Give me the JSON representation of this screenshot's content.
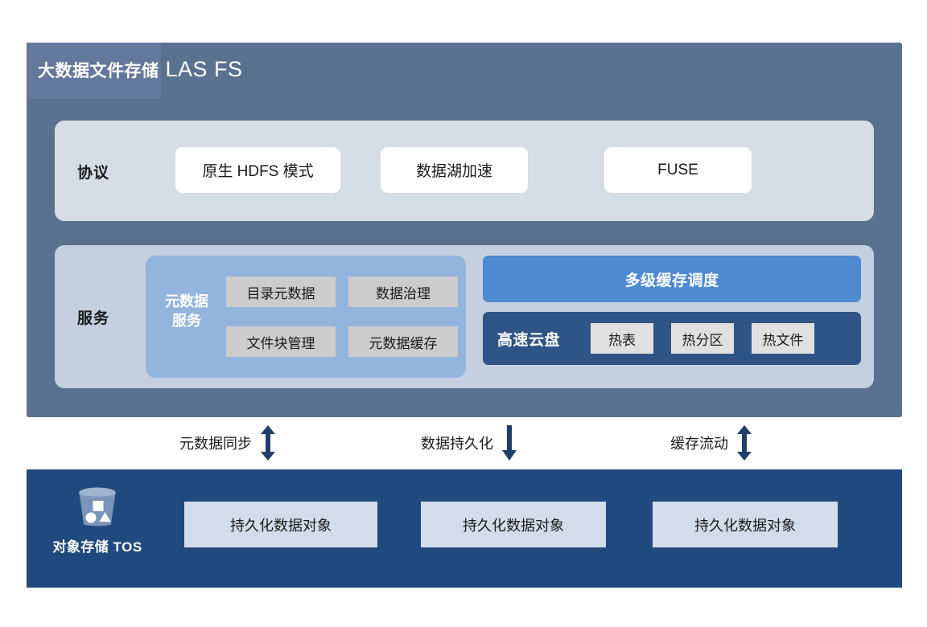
{
  "colors": {
    "top_panel_bg": "#5b7190",
    "protocol_card_bg": "#d7dde5",
    "service_card_bg": "#c4d0e0",
    "meta_group_bg": "#93b4dd",
    "cache_sched_bg": "#4d8ad2",
    "disk_bar_bg": "#2f5486",
    "tos_panel_bg": "#204a7e",
    "gray_box_bg": "#cccccc",
    "object_box_bg": "#d3dcea",
    "arrow_color": "#1f3f6b"
  },
  "header": {
    "title_cn": "大数据文件存储",
    "title_en": "LAS FS"
  },
  "protocol": {
    "label": "协议",
    "items": [
      {
        "label": "原生 HDFS 模式"
      },
      {
        "label": "数据湖加速"
      },
      {
        "label": "FUSE"
      }
    ]
  },
  "service": {
    "label": "服务",
    "metadata_group": {
      "title": "元数据\n服务",
      "title_line1": "元数据",
      "title_line2": "服务",
      "items": [
        {
          "label": "目录元数据"
        },
        {
          "label": "数据治理"
        },
        {
          "label": "文件块管理"
        },
        {
          "label": "元数据缓存"
        }
      ]
    },
    "cache_group": {
      "scheduler_label": "多级缓存调度",
      "disk_label": "高速云盘",
      "disk_items": [
        {
          "label": "热表"
        },
        {
          "label": "热分区"
        },
        {
          "label": "热文件"
        }
      ]
    }
  },
  "flows": [
    {
      "label": "元数据同步",
      "icon": "double-arrow-icon",
      "direction": "both"
    },
    {
      "label": "数据持久化",
      "icon": "down-arrow-icon",
      "direction": "down"
    },
    {
      "label": "缓存流动",
      "icon": "double-arrow-icon",
      "direction": "both"
    }
  ],
  "tos": {
    "icon": "bucket-icon",
    "label": "对象存储 TOS",
    "items": [
      {
        "label": "持久化数据对象"
      },
      {
        "label": "持久化数据对象"
      },
      {
        "label": "持久化数据对象"
      }
    ]
  }
}
